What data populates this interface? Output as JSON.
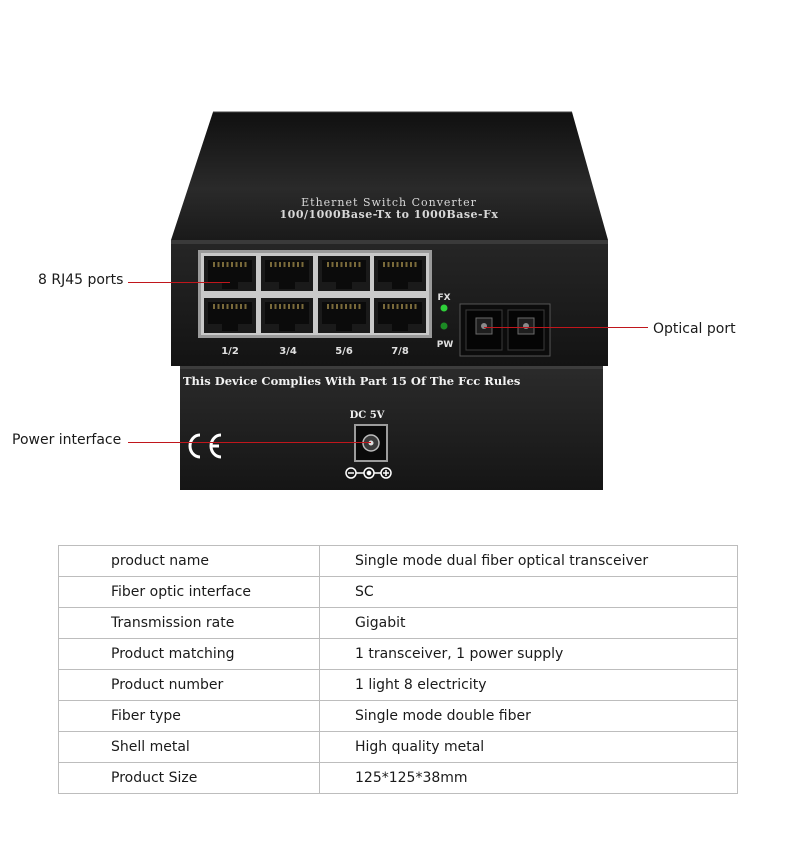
{
  "device": {
    "top_label_line1": "Ethernet Switch Converter",
    "top_label_line2": "100/1000Base-Tx to 1000Base-Fx",
    "port_labels": [
      "1/2",
      "3/4",
      "5/6",
      "7/8"
    ],
    "led_fx": "FX",
    "led_pw": "PW",
    "fcc_text": "This Device Complies With Part 15 Of The Fcc Rules",
    "dc_label": "DC 5V",
    "ce_mark": "CE"
  },
  "callouts": {
    "rj45": "8 RJ45 ports",
    "optical": "Optical port",
    "power": "Power interface"
  },
  "specs": [
    {
      "key": "product name",
      "value": "Single mode dual fiber optical transceiver"
    },
    {
      "key": "Fiber optic interface",
      "value": "SC"
    },
    {
      "key": "Transmission rate",
      "value": "Gigabit"
    },
    {
      "key": "Product matching",
      "value": "1 transceiver, 1 power supply"
    },
    {
      "key": "Product number",
      "value": "1 light 8 electricity"
    },
    {
      "key": "Fiber type",
      "value": "Single mode double fiber"
    },
    {
      "key": "Shell metal",
      "value": "High quality metal"
    },
    {
      "key": "Product Size",
      "value": "125*125*38mm"
    }
  ],
  "colors": {
    "chassis": "#1c1c1c",
    "callout_line": "#c0161c",
    "led_green": "#2fd13a"
  }
}
